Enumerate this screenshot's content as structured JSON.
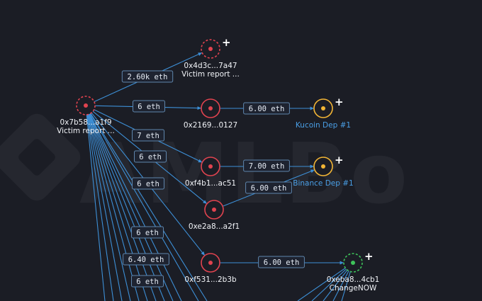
{
  "watermark": {
    "text": "AMLBo"
  },
  "colors": {
    "background": "#1b1d25",
    "edge": "#3d8fd6",
    "red": "#e0434f",
    "yellow": "#f2b535",
    "green": "#3ec45a",
    "label_text": "#4a9fe6"
  },
  "nodes": [
    {
      "id": "source",
      "address": "0x7b58...a1f9",
      "tag": "Victim report ...",
      "color": "red",
      "dashed": true,
      "expandable": false,
      "tag_blue": false
    },
    {
      "id": "n1",
      "address": "0x4d3c...7a47",
      "tag": "Victim report ...",
      "color": "red",
      "dashed": true,
      "expandable": true,
      "tag_blue": false
    },
    {
      "id": "n2",
      "address": "0x2169...0127",
      "tag": "",
      "color": "red",
      "dashed": false,
      "expandable": false,
      "tag_blue": false
    },
    {
      "id": "kucoin",
      "address": "",
      "tag": "Kucoin Dep #1",
      "color": "yellow",
      "dashed": false,
      "expandable": true,
      "tag_blue": true
    },
    {
      "id": "n3",
      "address": "0xf4b1...ac51",
      "tag": "",
      "color": "red",
      "dashed": false,
      "expandable": false,
      "tag_blue": false
    },
    {
      "id": "binance",
      "address": "",
      "tag": "Binance Dep #1",
      "color": "yellow",
      "dashed": false,
      "expandable": true,
      "tag_blue": true
    },
    {
      "id": "n4",
      "address": "0xe2a8...a2f1",
      "tag": "",
      "color": "red",
      "dashed": false,
      "expandable": false,
      "tag_blue": false
    },
    {
      "id": "n5",
      "address": "0xf531...2b3b",
      "tag": "",
      "color": "red",
      "dashed": false,
      "expandable": false,
      "tag_blue": false
    },
    {
      "id": "changenow",
      "address": "0xeba8...4cb1",
      "tag": "ChangeNOW",
      "color": "green",
      "dashed": true,
      "expandable": true,
      "tag_blue": false
    }
  ],
  "edges": [
    {
      "from": "source",
      "to": "n1",
      "label": "2.60k eth"
    },
    {
      "from": "source",
      "to": "n2",
      "label": "6 eth"
    },
    {
      "from": "source",
      "to": "n3",
      "label": "7 eth"
    },
    {
      "from": "source",
      "to": "n4",
      "label": "6 eth"
    },
    {
      "from": "source",
      "to": "n5",
      "label": "6 eth"
    },
    {
      "from": "source",
      "to": "offscreen",
      "label": "6 eth"
    },
    {
      "from": "source",
      "to": "offscreen",
      "label": "6.40 eth"
    },
    {
      "from": "source",
      "to": "offscreen",
      "label": "6 eth"
    },
    {
      "from": "n2",
      "to": "kucoin",
      "label": "6.00 eth"
    },
    {
      "from": "n3",
      "to": "binance",
      "label": "7.00 eth"
    },
    {
      "from": "n4",
      "to": "binance",
      "label": "6.00 eth"
    },
    {
      "from": "n5",
      "to": "changenow",
      "label": "6.00 eth"
    }
  ],
  "plus_symbol": "+"
}
